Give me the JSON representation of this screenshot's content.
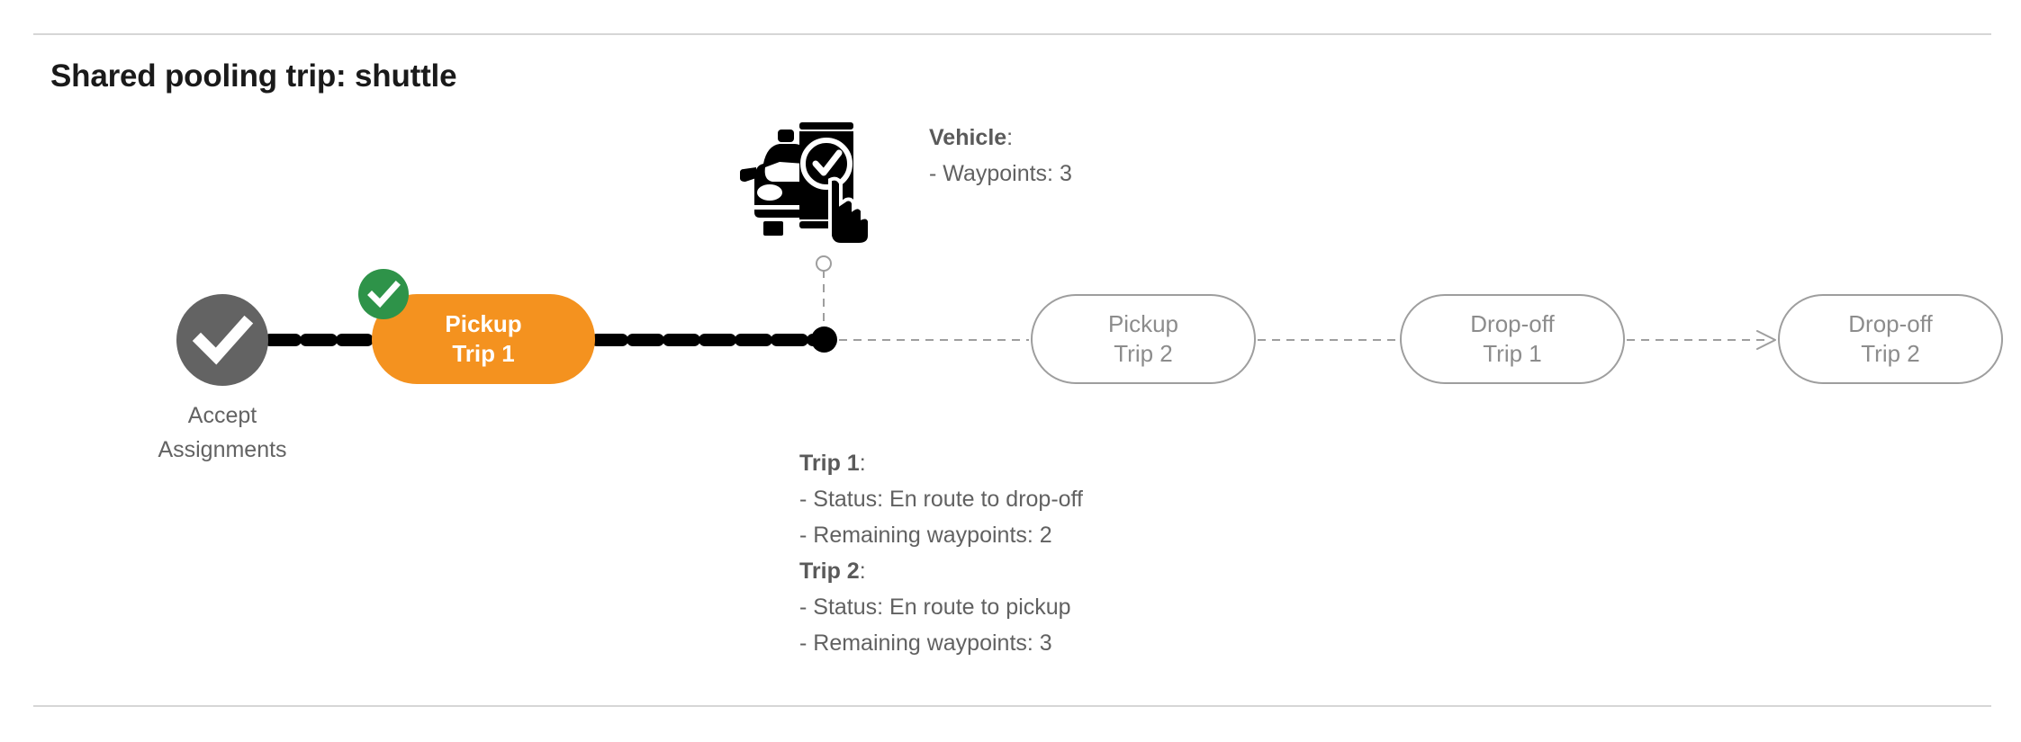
{
  "page": {
    "title": "Shared pooling trip: shuttle"
  },
  "colors": {
    "accent_orange": "#f4921f",
    "badge_green": "#2e9349",
    "node_gray": "#636363",
    "pending_border": "#9e9e9e",
    "pending_text": "#8c8c8c",
    "divider": "#d6d6d6",
    "marker_black": "#000000"
  },
  "flow": {
    "start_node": {
      "icon": "check-circle-icon",
      "label_line1": "Accept",
      "label_line2": "Assignments",
      "state": "completed"
    },
    "nodes": [
      {
        "id": "pickup-trip-1",
        "line1": "Pickup",
        "line2": "Trip 1",
        "state": "active",
        "badge": "check-badge-icon"
      },
      {
        "id": "pickup-trip-2",
        "line1": "Pickup",
        "line2": "Trip 2",
        "state": "pending"
      },
      {
        "id": "dropoff-trip-1",
        "line1": "Drop-off",
        "line2": "Trip 1",
        "state": "pending"
      },
      {
        "id": "dropoff-trip-2",
        "line1": "Drop-off",
        "line2": "Trip 2",
        "state": "pending"
      }
    ],
    "vehicle_marker": {
      "icon": "car-phone-check-icon",
      "position_label": "current vehicle position"
    }
  },
  "vehicle_info": {
    "heading": "Vehicle",
    "heading_suffix": ":",
    "waypoints_line": "- Waypoints: 3",
    "waypoints": 3
  },
  "trip_info": {
    "trip1": {
      "heading": "Trip 1",
      "heading_suffix": ":",
      "status_line": "- Status:  En route to drop-off",
      "status": "En route to drop-off",
      "waypoints_line": "- Remaining waypoints: 2",
      "remaining_waypoints": 2
    },
    "trip2": {
      "heading": "Trip 2",
      "heading_suffix": ":",
      "status_line": "- Status:  En route to pickup",
      "status": "En route to pickup",
      "waypoints_line": "- Remaining waypoints: 3",
      "remaining_waypoints": 3
    }
  }
}
